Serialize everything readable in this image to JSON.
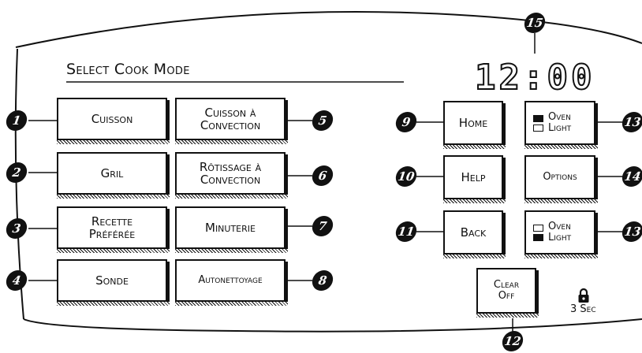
{
  "panel": {
    "title": "Select Cook Mode",
    "clock": "12:00",
    "lock_hold": "3 Sec"
  },
  "buttons": [
    {
      "id": "cuisson",
      "label": "Cuisson",
      "callout": "1"
    },
    {
      "id": "gril",
      "label": "Gril",
      "callout": "2"
    },
    {
      "id": "recette",
      "label": "Recette\nPréférée",
      "callout": "3"
    },
    {
      "id": "sonde",
      "label": "Sonde",
      "callout": "4"
    },
    {
      "id": "cuisson-convection",
      "label": "Cuisson à\nConvection",
      "callout": "5"
    },
    {
      "id": "rotissage",
      "label": "Rôtissage à\nConvection",
      "callout": "6"
    },
    {
      "id": "minuterie",
      "label": "Minuterie",
      "callout": "7"
    },
    {
      "id": "autonettoyage",
      "label": "Autonettoyage",
      "callout": "8"
    },
    {
      "id": "home",
      "label": "Home",
      "callout": "9"
    },
    {
      "id": "help",
      "label": "Help",
      "callout": "10"
    },
    {
      "id": "back",
      "label": "Back",
      "callout": "11"
    },
    {
      "id": "clear-off",
      "label": "Clear\nOff",
      "callout": "12"
    },
    {
      "id": "oven-light-top",
      "label_line1": "Oven",
      "label_line2": "Light",
      "callout": "13"
    },
    {
      "id": "options",
      "label": "Options",
      "callout": "14"
    },
    {
      "id": "oven-light-bottom",
      "label_line1": "Oven",
      "label_line2": "Light",
      "callout": "13"
    }
  ],
  "clock_callout": "15"
}
